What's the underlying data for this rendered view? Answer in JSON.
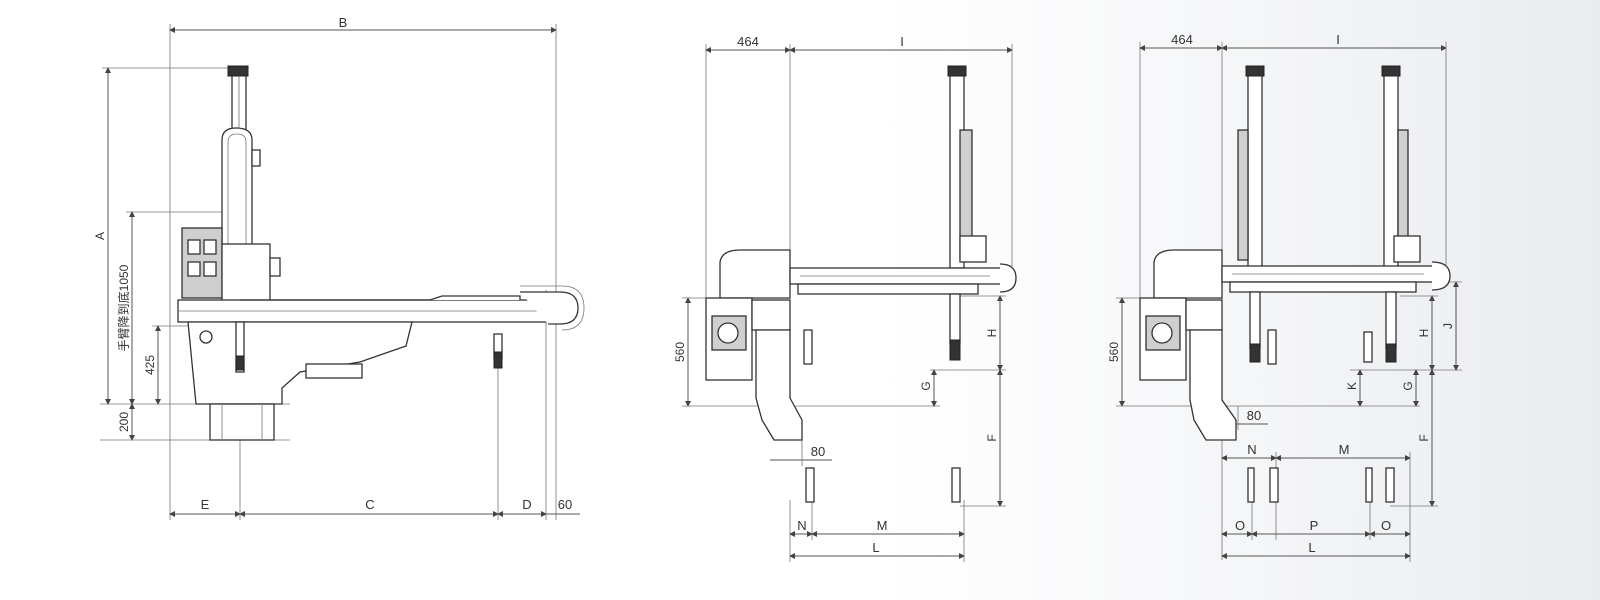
{
  "view1": {
    "label_B": "B",
    "label_A": "A",
    "label_arm": "手臂降到底1050",
    "label_425": "425",
    "label_200": "200",
    "label_E": "E",
    "label_C": "C",
    "label_D": "D",
    "label_60": "60"
  },
  "view2": {
    "label_464": "464",
    "label_I": "I",
    "label_560": "560",
    "label_H": "H",
    "label_G": "G",
    "label_F": "F",
    "label_80": "80",
    "label_N": "N",
    "label_M": "M",
    "label_L": "L"
  },
  "view3": {
    "label_464": "464",
    "label_I": "I",
    "label_560": "560",
    "label_H": "H",
    "label_J": "J",
    "label_K": "K",
    "label_G": "G",
    "label_80": "80",
    "label_F": "F",
    "label_N": "N",
    "label_M": "M",
    "label_O1": "O",
    "label_P": "P",
    "label_O2": "O",
    "label_L": "L"
  }
}
